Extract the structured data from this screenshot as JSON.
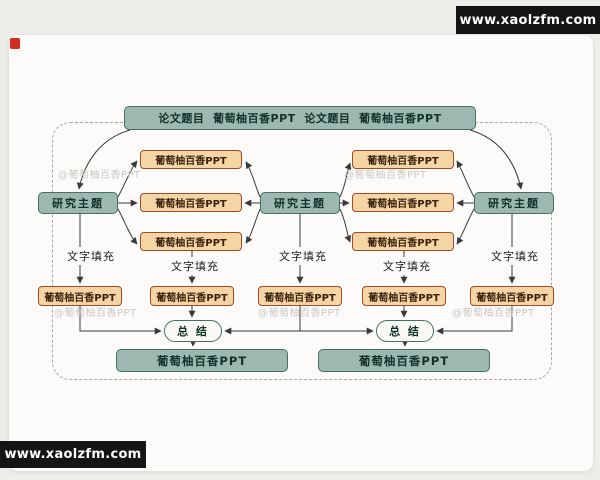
{
  "bars": {
    "text": "www.xaolzfm.com",
    "bg": "#151515",
    "fg": "#ffffff"
  },
  "diagram": {
    "title_bar": "论文题目  葡萄柚百香PPT  论文题目  葡萄柚百香PPT",
    "topic_label": "研究主题",
    "item_label": "葡萄柚百香PPT",
    "fill_label": "文字填充",
    "summary_label": "总 结",
    "final_label": "葡萄柚百香PPT",
    "watermark": "@葡萄柚百香PPT"
  },
  "colors": {
    "teal_fill": "#9cb8b0",
    "teal_border": "#447066",
    "orange_fill": "#f6d5a4",
    "orange_border": "#9e4b28",
    "summary_fill": "#fafaf5",
    "arrow": "#3a3a3a",
    "dashed_border": "#a9a7a3",
    "watermark_text": "#ccc9c4",
    "bar_bg": "#151515"
  }
}
